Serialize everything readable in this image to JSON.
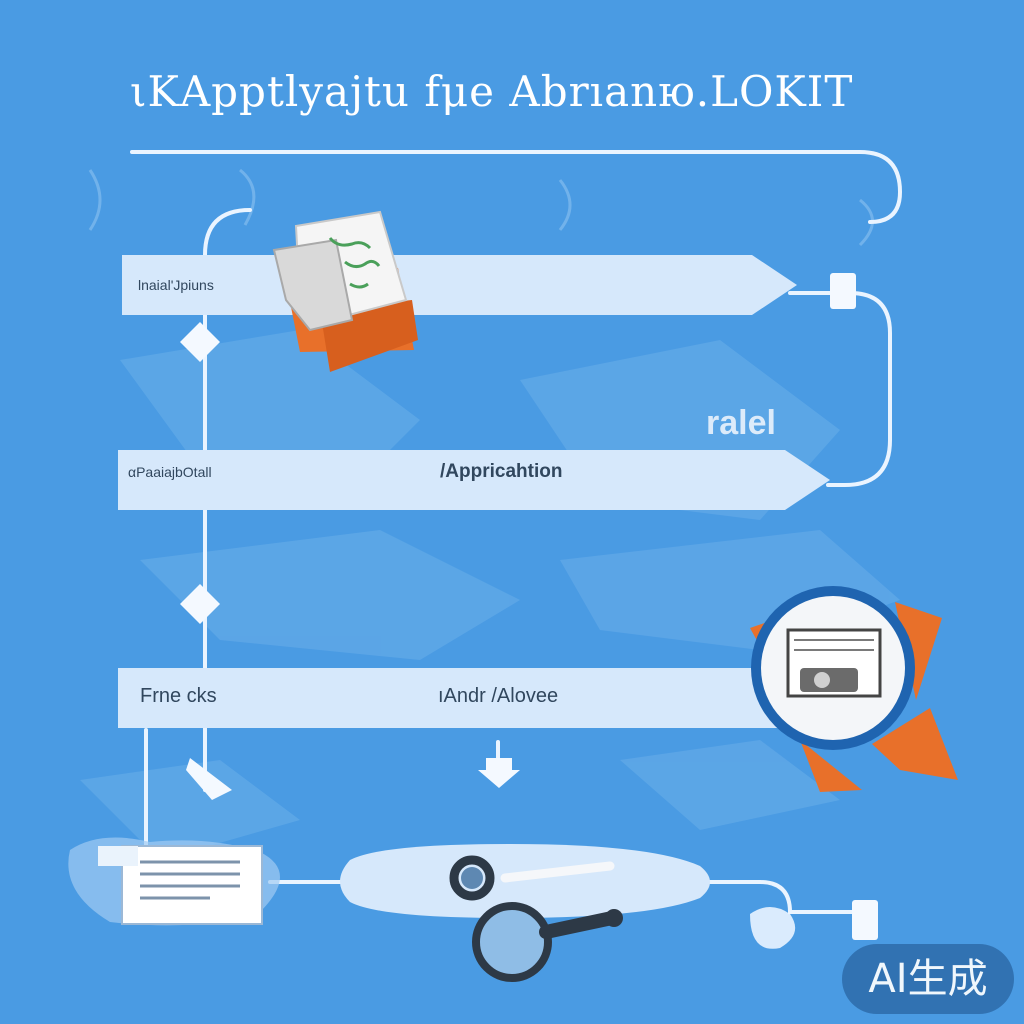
{
  "title": "ιΚApptlyajtu fμe Abrıanю.LOKIT",
  "steps": [
    {
      "left_label": "lnaial'Jpiuns",
      "center_label": ""
    },
    {
      "left_label": "αPaaiajbOtall",
      "center_label": "/Appricahtion"
    },
    {
      "left_label": "Frne  cks",
      "center_label": "ıAndr /Alovee"
    }
  ],
  "side_label": "ralel",
  "badge": "AI生成",
  "colors": {
    "background": "#4a9be3",
    "bar": "#d6e8fb",
    "accent": "#e8702a",
    "line": "#ffffff"
  },
  "icons": [
    "document-chart-icon",
    "certificate-badge-icon",
    "document-icon",
    "magnifier-icon",
    "ring-icon",
    "connector-icon"
  ]
}
